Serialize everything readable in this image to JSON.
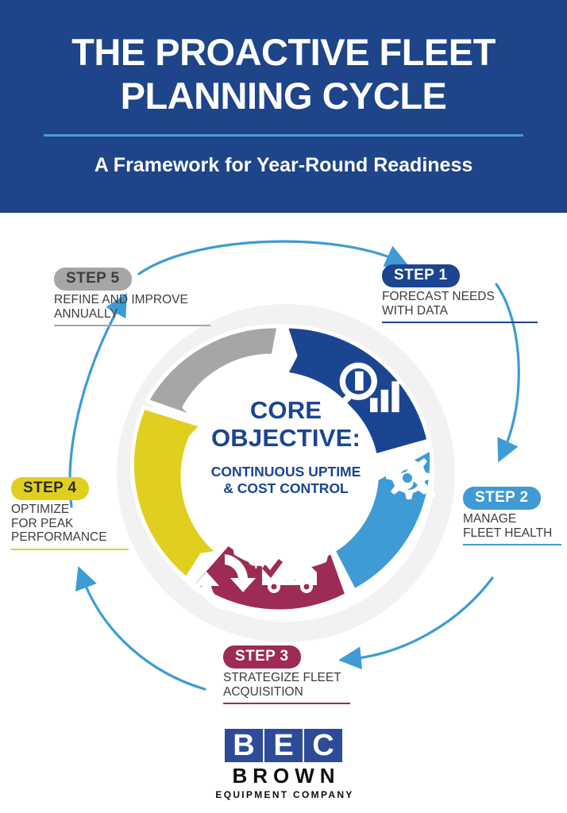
{
  "header": {
    "title_line1": "THE PROACTIVE FLEET",
    "title_line2": "PLANNING CYCLE",
    "subtitle": "A Framework for Year-Round Readiness",
    "bg_color": "#1e4489",
    "divider_color": "#4a9bd4"
  },
  "center": {
    "heading": "CORE\nOBJECTIVE:",
    "subheading": "CONTINUOUS UPTIME\n& COST CONTROL",
    "text_color": "#1b4591"
  },
  "steps": [
    {
      "badge": "STEP 1",
      "description": "FORECAST NEEDS\nWITH DATA",
      "color": "#1b4591",
      "icon": "magnifier-bar-chart-icon"
    },
    {
      "badge": "STEP 2",
      "description": "MANAGE\nFLEET HEALTH",
      "color": "#3e9bd5",
      "icon": "gear-wrench-icon"
    },
    {
      "badge": "STEP 3",
      "description": "STRATEGIZE FLEET\nACQUISITION",
      "color": "#9d2b55",
      "icon": "truck-dollar-check-icon"
    },
    {
      "badge": "STEP 4",
      "description": "OPTIMIZE\nFOR PEAK\nPERFORMANCE",
      "color": "#e0cf1f",
      "icon": "shield-bolt-icon"
    },
    {
      "badge": "STEP 5",
      "description": "REFINE AND IMPROVE\nANNUALLY",
      "color": "#a6a6a6",
      "icon": "refresh-cycle-icon"
    }
  ],
  "logo": {
    "letter_b": "B",
    "letter_e": "E",
    "letter_c": "C",
    "name": "BROWN",
    "tagline": "EQUIPMENT COMPANY",
    "square_color": "#2d4b96"
  },
  "arrows": {
    "color": "#3e9bd5",
    "count": 5
  }
}
